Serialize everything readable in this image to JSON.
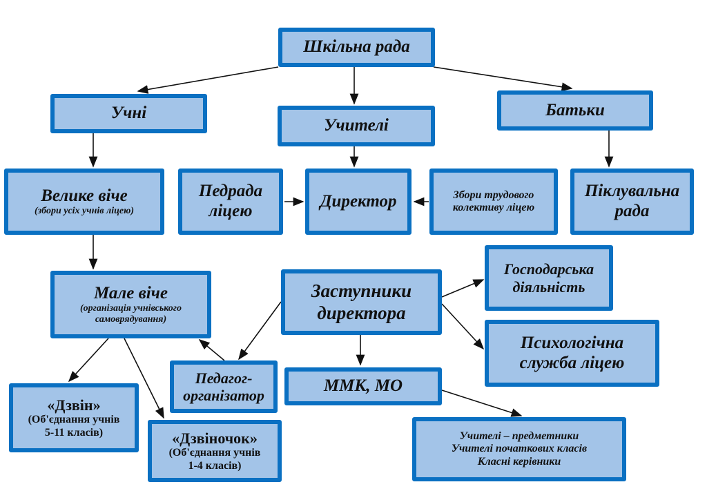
{
  "nodes": {
    "school_council": "Шкільна рада",
    "students": "Учні",
    "teachers": "Учителі",
    "parents": "Батьки",
    "great_assembly": {
      "title": "Велике віче",
      "sub": "(збори усіх учнів ліцею)"
    },
    "ped_council": {
      "line1": "Педрада",
      "line2": "ліцею"
    },
    "director": "Директор",
    "staff_meeting": {
      "line1": "Збори трудового",
      "line2": "колективу ліцею"
    },
    "trustees": {
      "line1": "Піклувальна",
      "line2": "рада"
    },
    "small_assembly": {
      "title": "Мале віче",
      "sub1": "(організація учнівського",
      "sub2": "самоврядування)"
    },
    "deputies": {
      "line1": "Заступники",
      "line2": "директора"
    },
    "economic": {
      "line1": "Господарська",
      "line2": "діяльність"
    },
    "psych": {
      "line1": "Психологічна",
      "line2": "служба ліцею"
    },
    "organizer": {
      "line1": "Педагог-",
      "line2": "організатор"
    },
    "mmk": "ММК, МО",
    "dzvin": {
      "title": "«Дзвін»",
      "sub1": "(Об'єднання учнів",
      "sub2": "5-11 класів)"
    },
    "dzvinochok": {
      "title": "«Дзвіночок»",
      "sub1": "(Об'єднання учнів",
      "sub2": "1-4 класів)"
    },
    "subject_teachers": {
      "line1": "Учителі – предметники",
      "line2": "Учителі початкових класів",
      "line3": "Класні керівники"
    }
  },
  "colors": {
    "border": "#0a70c2",
    "fill": "#a3c4e8",
    "arrow": "#111111"
  }
}
